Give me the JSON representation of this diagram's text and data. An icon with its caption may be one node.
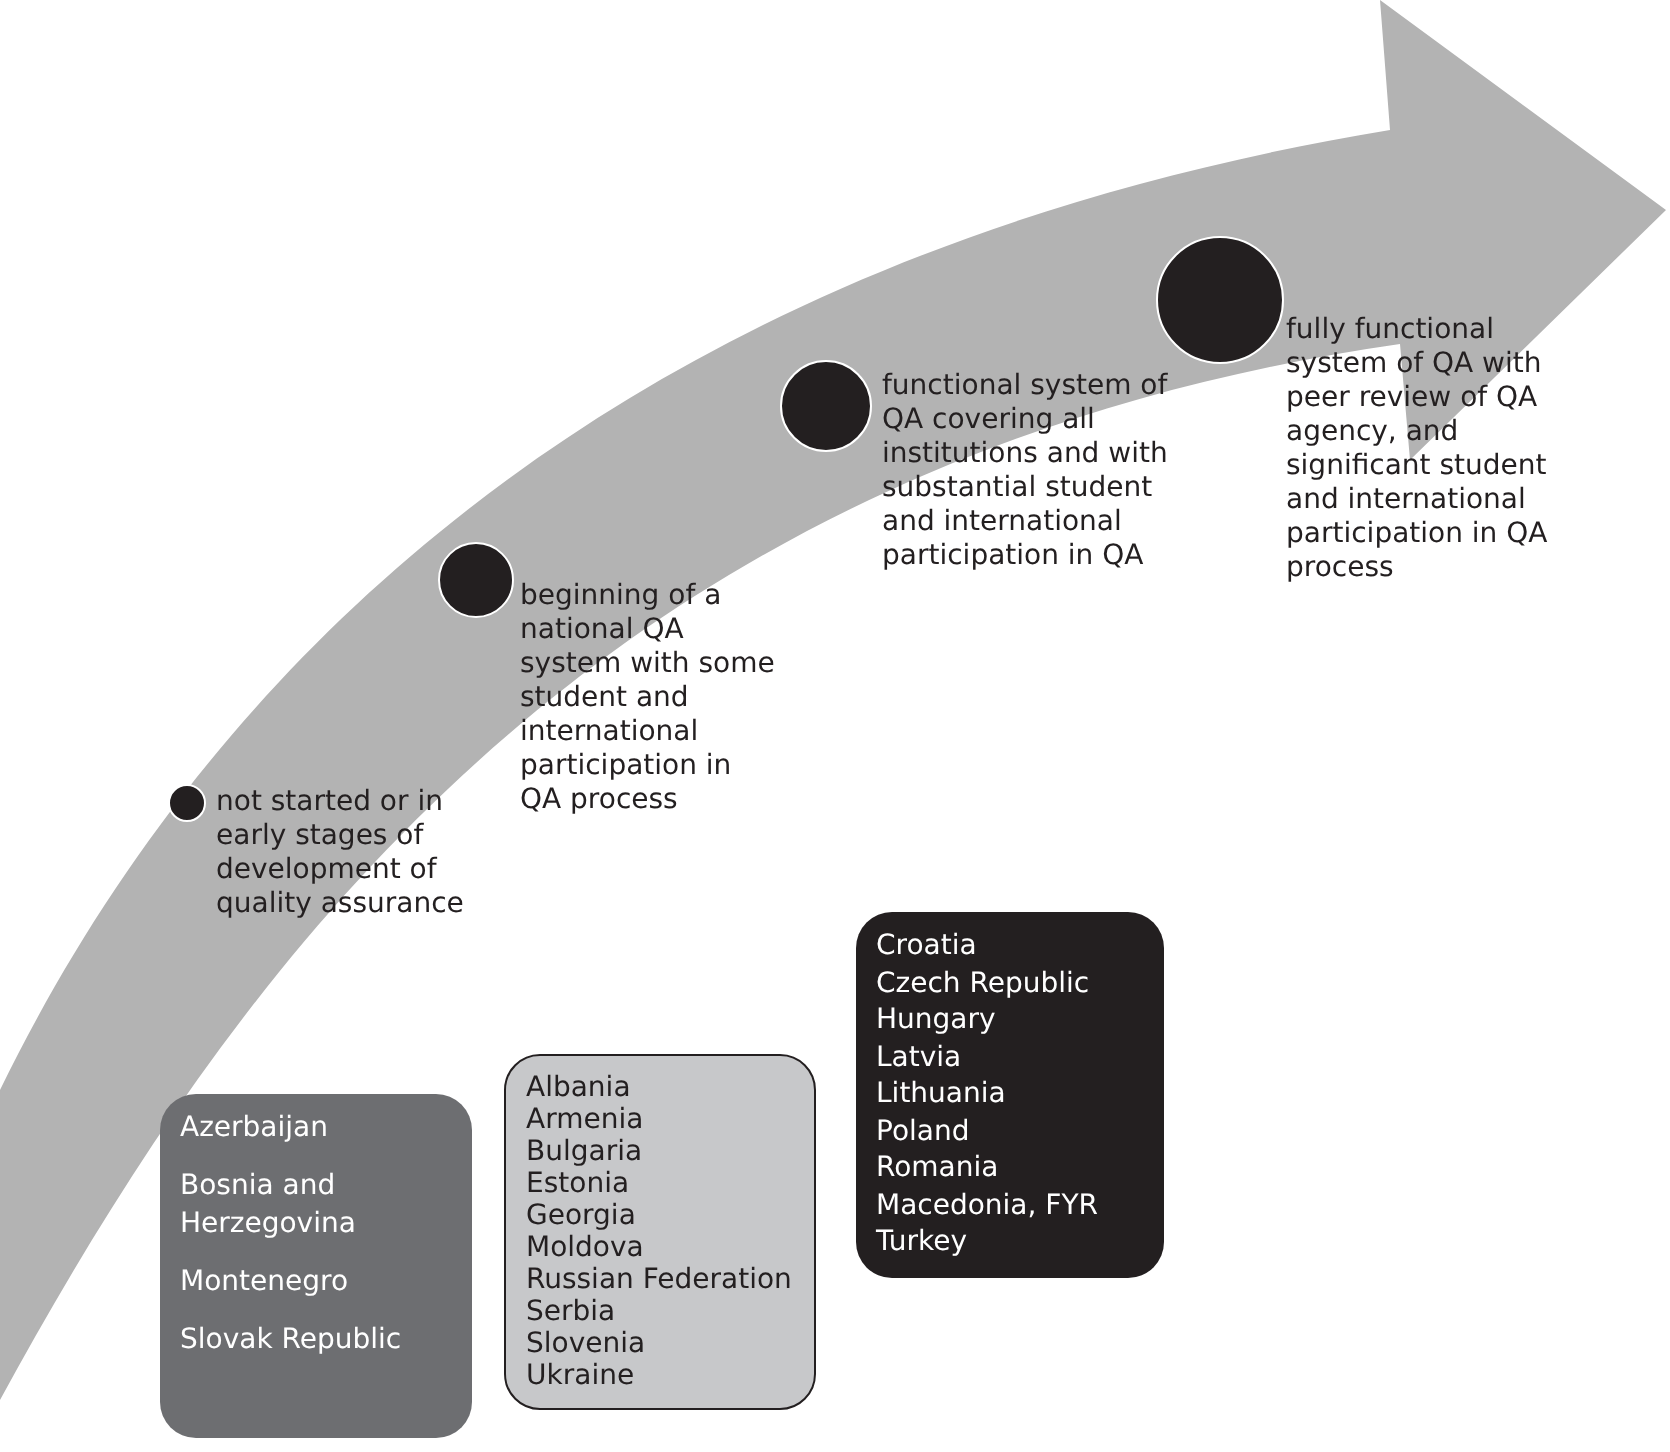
{
  "diagram": {
    "nodes": [
      {
        "text": [],
        "shape": "circle",
        "beside": [
          "not started or in early stages of development of quality assurance"
        ]
      },
      {
        "text": [
          "Azerbaijan",
          "Bosnia and Herzegovina",
          "Montenegro",
          "Slovak Republic"
        ]
      },
      {
        "text": [],
        "shape": "circle",
        "beside": [
          "beginning of a national QA system with some student and international participation in QA process"
        ]
      },
      {
        "text": [
          "Albania",
          "Armenia",
          "Bulgaria",
          "Estonia",
          "Georgia",
          "Moldova",
          "Russian Federation",
          "Serbia",
          "Slovenia",
          "Ukraine"
        ]
      },
      {
        "text": [],
        "shape": "circle",
        "beside": [
          "functional system of QA covering all institutions and with substantial student and international participation in QA"
        ]
      },
      {
        "text": [
          "Croatia",
          "Czech Republic",
          "Hungary",
          "Latvia",
          "Lithuania",
          "Poland",
          "Romania",
          "Macedonia, FYR",
          "Turkey"
        ]
      },
      {
        "text": [],
        "shape": "circle",
        "beside": [
          "fully functional system of QA with peer review of QA agency, and significant student and international participation in QA process"
        ]
      }
    ]
  }
}
